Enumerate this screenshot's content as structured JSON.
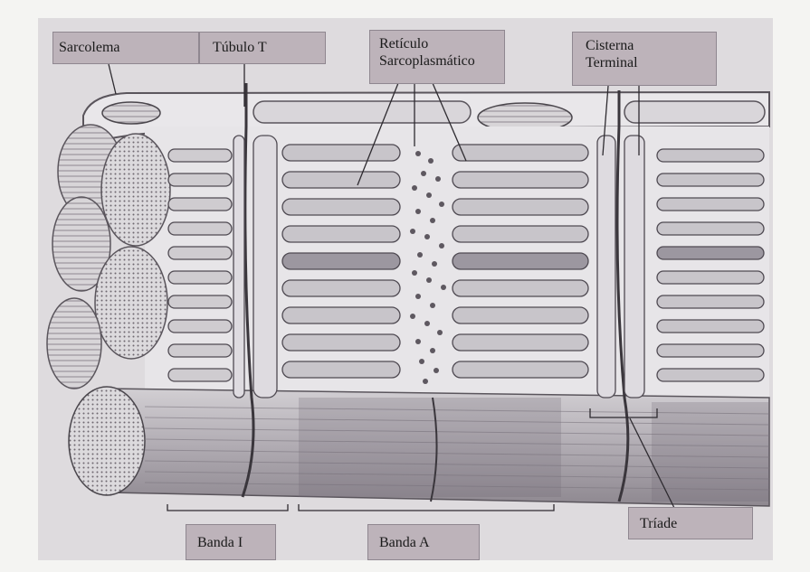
{
  "labels": {
    "sarcolema": "Sarcolema",
    "tubulo_t": "Túbulo T",
    "reticulo_line1": "Retículo",
    "reticulo_line2": "Sarcoplasmático",
    "cisterna_line1": "Cisterna",
    "cisterna_line2": "Terminal",
    "banda_i": "Banda I",
    "banda_a": "Banda A",
    "triade": "Tríade"
  },
  "colors": {
    "label_fill": "#bdb3ba",
    "ink": "#3a3a3a",
    "tissue_light": "#e8e6e8",
    "tissue_mid": "#b9b4ba",
    "tissue_dark": "#7d7780"
  }
}
